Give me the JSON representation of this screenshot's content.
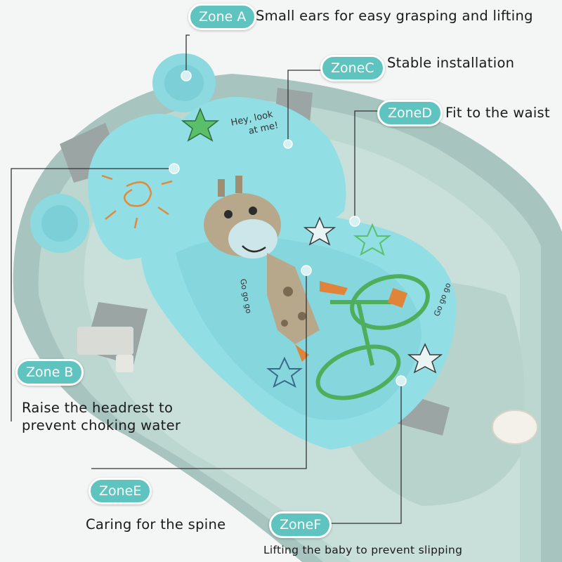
{
  "zones": {
    "a": {
      "badge": "Zone A",
      "text": "Small ears for easy grasping and lifting"
    },
    "c": {
      "badge": "ZoneC",
      "text": "Stable installation"
    },
    "d": {
      "badge": "ZoneD",
      "text": "Fit to the waist"
    },
    "b": {
      "badge": "Zone B",
      "text_line1": "Raise the headrest to",
      "text_line2": "prevent choking water"
    },
    "e": {
      "badge": "ZoneE",
      "text": "Caring for the spine"
    },
    "f": {
      "badge": "ZoneF",
      "text": "Lifting the baby to prevent slipping"
    }
  },
  "pillow_print": {
    "speech_line1": "Hey, look",
    "speech_line2": "at me!",
    "go_left": "Go go go",
    "go_right": "Go go go"
  },
  "colors": {
    "badge": "#5fc3bf",
    "pillow": "#8fdde4",
    "tub": "#a9c6c0",
    "leader_line": "#333333"
  }
}
